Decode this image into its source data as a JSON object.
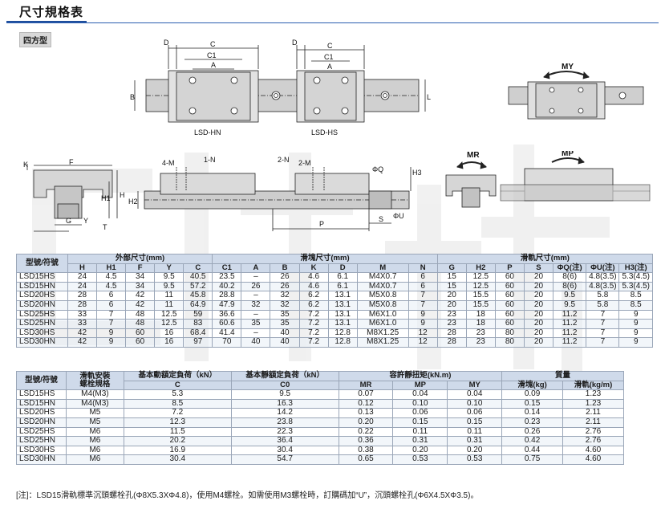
{
  "page": {
    "title": "尺寸規格表",
    "section_tag": "四方型"
  },
  "drawings": {
    "top_view": {
      "labels": [
        "D",
        "C",
        "C1",
        "A",
        "B",
        "LSD-HN",
        "D",
        "C",
        "C1",
        "A",
        "LSD-HS",
        "L"
      ]
    },
    "side_view": {
      "labels": [
        "4-M",
        "1-N",
        "2-N",
        "2-M",
        "ΦQ",
        "H3",
        "H2",
        "ΦU",
        "S",
        "P"
      ]
    },
    "end_view": {
      "labels": [
        "K",
        "F",
        "H1",
        "H",
        "G",
        "Y",
        "T"
      ]
    },
    "moment_views": {
      "labels": [
        "MY",
        "MR",
        "MP"
      ]
    }
  },
  "table1": {
    "col_model": "型號/符號",
    "group_outer": "外部尺寸(mm)",
    "group_block": "滑塊尺寸(mm)",
    "group_rail": "滑軌尺寸(mm)",
    "headers": [
      "H",
      "H1",
      "F",
      "Y",
      "C",
      "C1",
      "A",
      "B",
      "K",
      "D",
      "M",
      "N",
      "G",
      "H2",
      "P",
      "S",
      "ΦQ(注)",
      "ΦU(注)",
      "H3(注)"
    ],
    "rows": [
      [
        "LSD15HS",
        "24",
        "4.5",
        "34",
        "9.5",
        "40.5",
        "23.5",
        "–",
        "26",
        "4.6",
        "6.1",
        "M4X0.7",
        "6",
        "15",
        "12.5",
        "60",
        "20",
        "8(6)",
        "4.8(3.5)",
        "5.3(4.5)"
      ],
      [
        "LSD15HN",
        "24",
        "4.5",
        "34",
        "9.5",
        "57.2",
        "40.2",
        "26",
        "26",
        "4.6",
        "6.1",
        "M4X0.7",
        "6",
        "15",
        "12.5",
        "60",
        "20",
        "8(6)",
        "4.8(3.5)",
        "5.3(4.5)"
      ],
      [
        "LSD20HS",
        "28",
        "6",
        "42",
        "11",
        "45.8",
        "28.8",
        "–",
        "32",
        "6.2",
        "13.1",
        "M5X0.8",
        "7",
        "20",
        "15.5",
        "60",
        "20",
        "9.5",
        "5.8",
        "8.5"
      ],
      [
        "LSD20HN",
        "28",
        "6",
        "42",
        "11",
        "64.9",
        "47.9",
        "32",
        "32",
        "6.2",
        "13.1",
        "M5X0.8",
        "7",
        "20",
        "15.5",
        "60",
        "20",
        "9.5",
        "5.8",
        "8.5"
      ],
      [
        "LSD25HS",
        "33",
        "7",
        "48",
        "12.5",
        "59",
        "36.6",
        "–",
        "35",
        "7.2",
        "13.1",
        "M6X1.0",
        "9",
        "23",
        "18",
        "60",
        "20",
        "11.2",
        "7",
        "9"
      ],
      [
        "LSD25HN",
        "33",
        "7",
        "48",
        "12.5",
        "83",
        "60.6",
        "35",
        "35",
        "7.2",
        "13.1",
        "M6X1.0",
        "9",
        "23",
        "18",
        "60",
        "20",
        "11.2",
        "7",
        "9"
      ],
      [
        "LSD30HS",
        "42",
        "9",
        "60",
        "16",
        "68.4",
        "41.4",
        "–",
        "40",
        "7.2",
        "12.8",
        "M8X1.25",
        "12",
        "28",
        "23",
        "80",
        "20",
        "11.2",
        "7",
        "9"
      ],
      [
        "LSD30HN",
        "42",
        "9",
        "60",
        "16",
        "97",
        "70",
        "40",
        "40",
        "7.2",
        "12.8",
        "M8X1.25",
        "12",
        "28",
        "23",
        "80",
        "20",
        "11.2",
        "7",
        "9"
      ]
    ]
  },
  "table2": {
    "col_model": "型號/符號",
    "col_bolt_l1": "滑軌安裝",
    "col_bolt_l2": "螺栓規格",
    "group_dyn": "基本動額定負荷（kN）",
    "group_sta": "基本靜額定負荷（kN）",
    "group_moment": "容許靜扭矩(kN.m)",
    "group_mass": "質量",
    "sub_dyn": "C",
    "sub_sta": "C0",
    "sub_mr": "MR",
    "sub_mp": "MP",
    "sub_my": "MY",
    "sub_block": "滑塊(kg)",
    "sub_rail": "滑軌(kg/m)",
    "rows": [
      [
        "LSD15HS",
        "M4(M3)",
        "5.3",
        "9.5",
        "0.07",
        "0.04",
        "0.04",
        "0.09",
        "1.23"
      ],
      [
        "LSD15HN",
        "M4(M3)",
        "8.5",
        "16.3",
        "0.12",
        "0.10",
        "0.10",
        "0.15",
        "1.23"
      ],
      [
        "LSD20HS",
        "M5",
        "7.2",
        "14.2",
        "0.13",
        "0.06",
        "0.06",
        "0.14",
        "2.11"
      ],
      [
        "LSD20HN",
        "M5",
        "12.3",
        "23.8",
        "0.20",
        "0.15",
        "0.15",
        "0.23",
        "2.11"
      ],
      [
        "LSD25HS",
        "M6",
        "11.5",
        "22.3",
        "0.22",
        "0.11",
        "0.11",
        "0.26",
        "2.76"
      ],
      [
        "LSD25HN",
        "M6",
        "20.2",
        "36.4",
        "0.36",
        "0.31",
        "0.31",
        "0.42",
        "2.76"
      ],
      [
        "LSD30HS",
        "M6",
        "16.9",
        "30.4",
        "0.38",
        "0.20",
        "0.20",
        "0.44",
        "4.60"
      ],
      [
        "LSD30HN",
        "M6",
        "30.4",
        "54.7",
        "0.65",
        "0.53",
        "0.53",
        "0.75",
        "4.60"
      ]
    ]
  },
  "note": "[注]：LSD15滑軌標準沉頭螺栓孔(Φ8X5.3XΦ4.8)，使用M4螺栓。如需使用M3螺栓時，訂購碼加“U”，沉頭螺栓孔(Φ6X4.5XΦ3.5)。",
  "colors": {
    "header_bg": "#cfdaea",
    "rule": "#2a5db0",
    "block_fill": "#d6d6d6",
    "rail_fill": "#c9c9c9"
  }
}
